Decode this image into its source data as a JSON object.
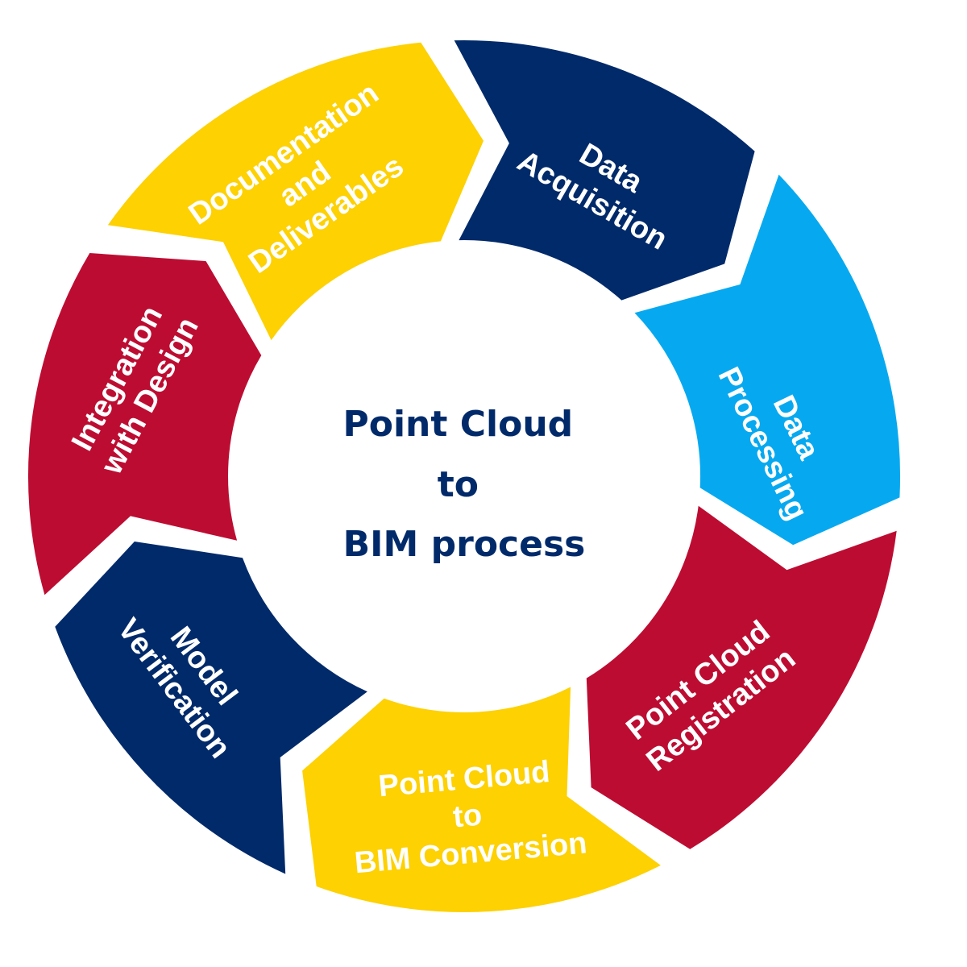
{
  "title": {
    "lines": [
      "Point Cloud",
      "to",
      "BIM process"
    ],
    "color": "#012a6a"
  },
  "colors": {
    "navy": "#012a6a",
    "sky": "#06a9f0",
    "red": "#bd0c32",
    "yellow": "#fdd102",
    "label_text": "#ffffff",
    "background": "#ffffff"
  },
  "flow_direction": "clockwise",
  "steps": [
    {
      "id": "data-acquisition",
      "order": 1,
      "lines": [
        "Data",
        "Acquisition"
      ],
      "color_key": "navy"
    },
    {
      "id": "data-processing",
      "order": 2,
      "lines": [
        "Data",
        "Processing"
      ],
      "color_key": "sky"
    },
    {
      "id": "point-cloud-registration",
      "order": 3,
      "lines": [
        "Point Cloud",
        "Registration"
      ],
      "color_key": "red"
    },
    {
      "id": "point-cloud-to-bim-conversion",
      "order": 4,
      "lines": [
        "Point Cloud",
        "to",
        "BIM Conversion"
      ],
      "color_key": "yellow"
    },
    {
      "id": "model-verification",
      "order": 5,
      "lines": [
        "Model",
        "Verification"
      ],
      "color_key": "navy"
    },
    {
      "id": "integration-with-design",
      "order": 6,
      "lines": [
        "Integration",
        "with Design"
      ],
      "color_key": "red"
    },
    {
      "id": "documentation-and-deliverables",
      "order": 7,
      "lines": [
        "Documentation",
        "and",
        "Deliverables"
      ],
      "color_key": "yellow"
    }
  ]
}
